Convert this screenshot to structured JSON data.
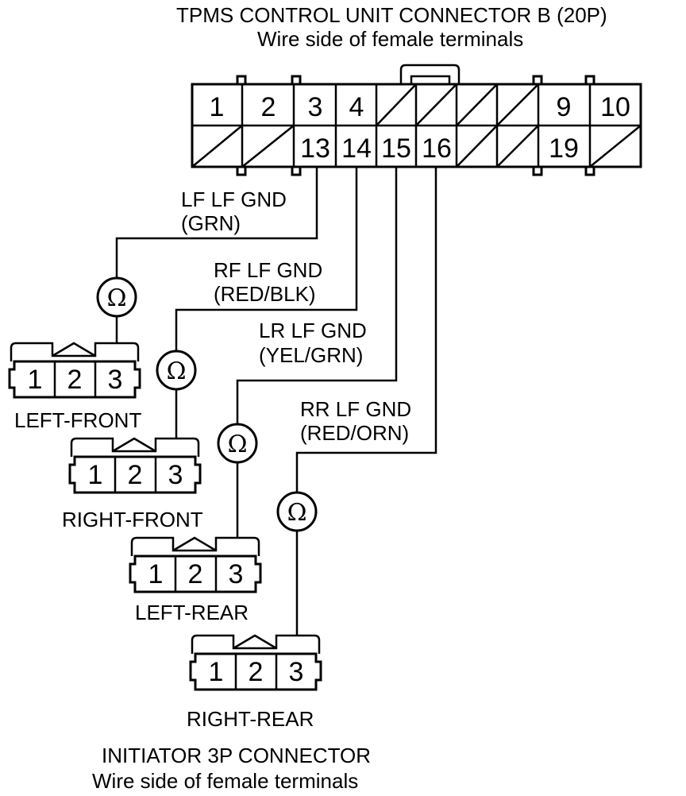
{
  "header": {
    "title": "TPMS CONTROL UNIT CONNECTOR B (20P)",
    "subtitle": "Wire side of female terminals"
  },
  "connector_b": {
    "top_row": [
      "1",
      "2",
      "3",
      "4",
      "",
      "",
      "",
      "",
      "9",
      "10"
    ],
    "bottom_row": [
      "",
      "",
      "13",
      "14",
      "15",
      "16",
      "",
      "",
      "19",
      ""
    ]
  },
  "wires": [
    {
      "name": "LF LF GND",
      "color": "(GRN)"
    },
    {
      "name": "RF LF GND",
      "color": "(RED/BLK)"
    },
    {
      "name": "LR LF GND",
      "color": "(YEL/GRN)"
    },
    {
      "name": "RR LF GND",
      "color": "(RED/ORN)"
    }
  ],
  "ohmmeter_symbol": "Ω",
  "initiators": [
    {
      "label": "LEFT-FRONT",
      "pins": [
        "1",
        "2",
        "3"
      ]
    },
    {
      "label": "RIGHT-FRONT",
      "pins": [
        "1",
        "2",
        "3"
      ]
    },
    {
      "label": "LEFT-REAR",
      "pins": [
        "1",
        "2",
        "3"
      ]
    },
    {
      "label": "RIGHT-REAR",
      "pins": [
        "1",
        "2",
        "3"
      ]
    }
  ],
  "footer": {
    "title": "INITIATOR 3P CONNECTOR",
    "subtitle": "Wire side of female terminals"
  }
}
